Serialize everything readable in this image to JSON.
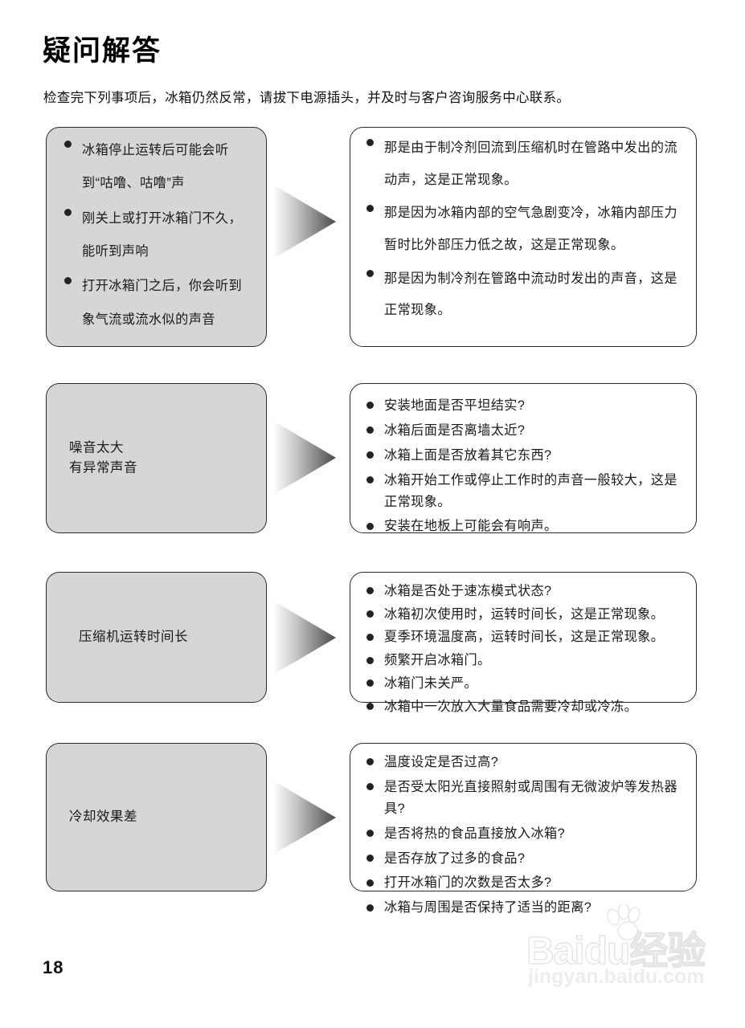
{
  "document": {
    "title": "疑问解答",
    "subtitle": "检查完下列事项后，冰箱仍然反常，请拔下电源插头，并及时与客户咨询服务中心联系。",
    "page_number": "18"
  },
  "watermark": {
    "brand": "Baidu",
    "brand_cn": "经验",
    "url": "jingyan.baidu.com",
    "paw_icon": "paw-icon"
  },
  "arrow": {
    "icon": "arrow-right-triangle-icon",
    "gradient_from": "#ffffff",
    "gradient_to": "#4a4a4a"
  },
  "colors": {
    "problem_box_fill": "#d5d6d7",
    "answer_box_fill": "#ffffff",
    "box_border": "#2a2a2a",
    "bullet": "#232323",
    "text": "#1a1a1a"
  },
  "rows": [
    {
      "problem": {
        "type": "list",
        "items": [
          "冰箱停止运转后可能会听到“咕噜、咕噜”声",
          "刚关上或打开冰箱门不久，能听到声响",
          "打开冰箱门之后，你会听到象气流或流水似的声音"
        ]
      },
      "answer": {
        "items": [
          "那是由于制冷剂回流到压缩机时在管路中发出的流动声，这是正常现象。",
          "那是因为冰箱内部的空气急剧变冷，冰箱内部压力暂时比外部压力低之故，这是正常现象。",
          "那是因为制冷剂在管路中流动时发出的声音，这是正常现象。"
        ]
      }
    },
    {
      "problem": {
        "type": "label",
        "lines": [
          "噪音太大",
          "有异常声音"
        ]
      },
      "answer": {
        "items": [
          "安装地面是否平坦结实?",
          "冰箱后面是否离墙太近?",
          "冰箱上面是否放着其它东西?",
          "冰箱开始工作或停止工作时的声音一般较大，这是正常现象。",
          "安装在地板上可能会有响声。"
        ]
      }
    },
    {
      "problem": {
        "type": "label",
        "lines": [
          "压缩机运转时间长"
        ]
      },
      "answer": {
        "items": [
          "冰箱是否处于速冻模式状态?",
          "冰箱初次使用时，运转时间长，这是正常现象。",
          "夏季环境温度高，运转时间长，这是正常现象。",
          "频繁开启冰箱门。",
          "冰箱门未关严。",
          "冰箱中一次放入大量食品需要冷却或冷冻。"
        ]
      }
    },
    {
      "problem": {
        "type": "label",
        "lines": [
          "冷却效果差"
        ]
      },
      "answer": {
        "items": [
          "温度设定是否过高?",
          "是否受太阳光直接照射或周围有无微波炉等发热器具?",
          "是否将热的食品直接放入冰箱?",
          "是否存放了过多的食品?",
          "打开冰箱门的次数是否太多?",
          "冰箱与周围是否保持了适当的距离?"
        ]
      }
    }
  ]
}
